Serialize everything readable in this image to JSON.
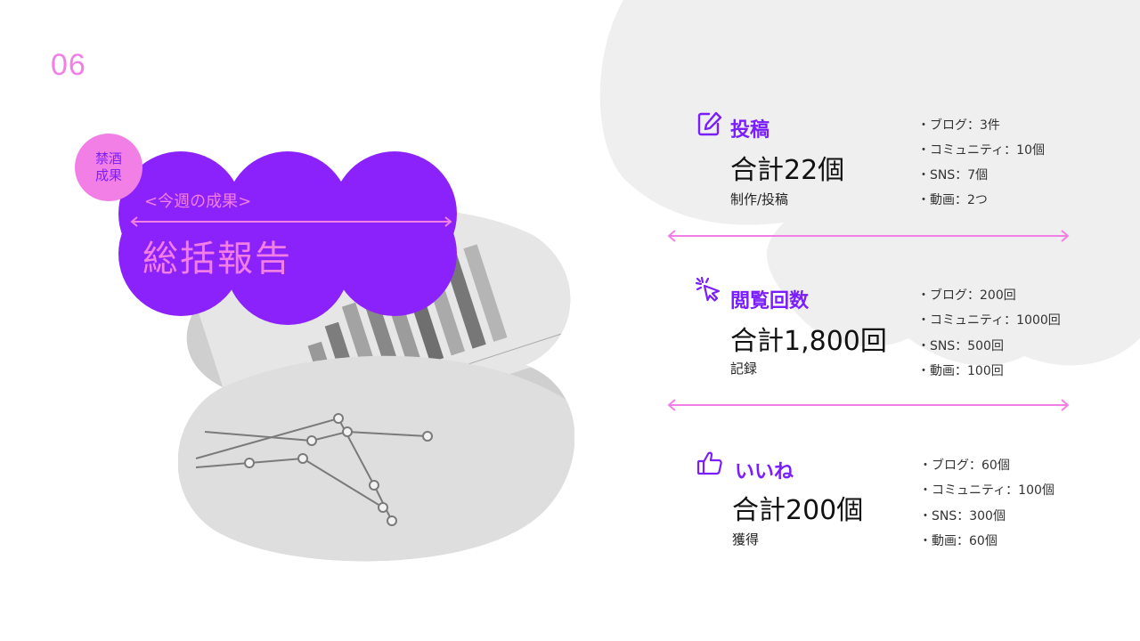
{
  "page_number": "06",
  "badge": {
    "line1": "禁酒",
    "line2": "成果"
  },
  "title": {
    "subtitle": "<今週の成果>",
    "main": "総括報告"
  },
  "colors": {
    "purple": "#7a1eff",
    "pink": "#f27fe6",
    "blob_gray": "#efefef"
  },
  "sections": [
    {
      "icon": "edit-icon",
      "heading": "投稿",
      "total": "合計22個",
      "sub": "制作/投稿",
      "details": [
        "・ブログ：3件",
        "・コミュニティ：10個",
        "・SNS：7個",
        "・動画：2つ"
      ]
    },
    {
      "icon": "cursor-click-icon",
      "heading": "閲覧回数",
      "total": "合計1,800回",
      "sub": "記録",
      "details": [
        "・ブログ：200回",
        "・コミュニティ：1000回",
        "・SNS：500回",
        "・動画：100回"
      ]
    },
    {
      "icon": "thumbs-up-icon",
      "heading": "いいね",
      "total": "合計200個",
      "sub": "獲得",
      "details": [
        "・ブログ：60個",
        "・コミュニティ：100個",
        "・SNS：300個",
        "・動画：60個"
      ]
    }
  ]
}
